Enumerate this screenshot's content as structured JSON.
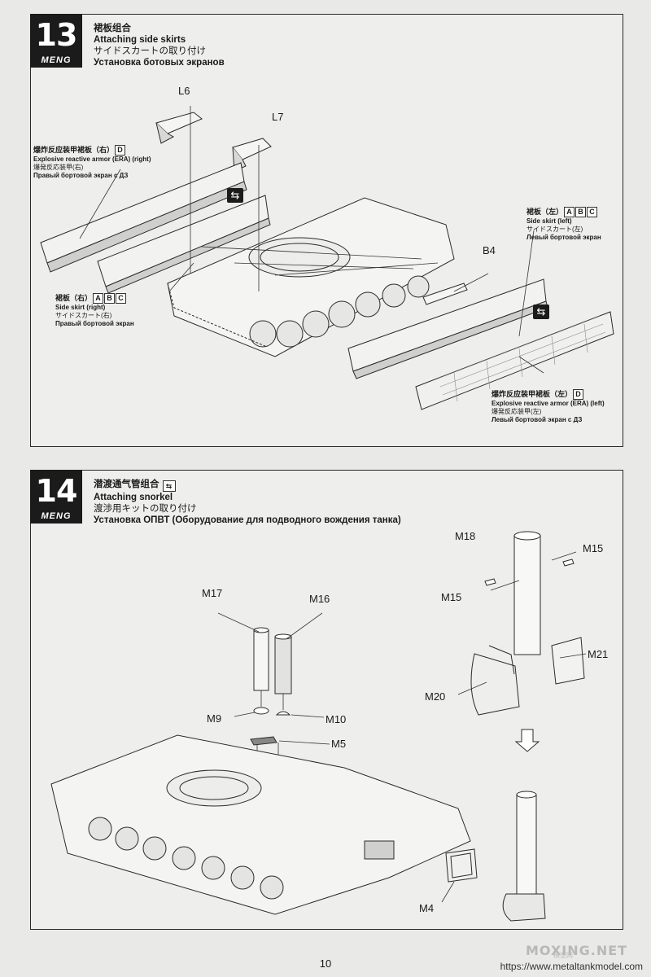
{
  "step13": {
    "number": "13",
    "brand": "MENG",
    "title_cn": "裙板组合",
    "title_en": "Attaching side skirts",
    "title_jp": "サイドスカートの取り付け",
    "title_ru": "Установка ботовых экранов",
    "parts": {
      "l6": "L6",
      "l7": "L7",
      "b4": "B4"
    },
    "notes": {
      "era_right": {
        "cn": "爆炸反应装甲裙板（右）",
        "letter": "D",
        "en": "Explosive reactive armor (ERA) (right)",
        "jp": "爆発反応装甲(右)",
        "ru": "Правый бортовой экран с ДЗ"
      },
      "skirt_right": {
        "cn": "裙板（右）",
        "letters": [
          "A",
          "B",
          "C"
        ],
        "en": "Side skirt (right)",
        "jp": "サイドスカート(右)",
        "ru": "Правый бортовой экран"
      },
      "skirt_left": {
        "cn": "裙板（左）",
        "letters": [
          "A",
          "B",
          "C"
        ],
        "en": "Side skirt (left)",
        "jp": "サイドスカート(左)",
        "ru": "Левый бортовой экран"
      },
      "era_left": {
        "cn": "爆炸反应装甲裙板（左）",
        "letter": "D",
        "en": "Explosive reactive armor (ERA) (left)",
        "jp": "爆発反応装甲(左)",
        "ru": "Левый бортовой экран с ДЗ"
      }
    }
  },
  "step14": {
    "number": "14",
    "brand": "MENG",
    "title_cn": "潜渡通气管组合",
    "title_en": "Attaching snorkel",
    "title_jp": "渡渉用キットの取り付け",
    "title_ru": "Установка ОПВТ (Оборудование для подводного вождения танка)",
    "parts": {
      "m18": "M18",
      "m15a": "M15",
      "m15b": "M15",
      "m17": "M17",
      "m16": "M16",
      "m21": "M21",
      "m20": "M20",
      "m9": "M9",
      "m10": "M10",
      "m5": "M5",
      "m4": "M4"
    }
  },
  "footer": {
    "page_number": "10",
    "watermark": "MOXING.NET",
    "watermark_sub": "模型网",
    "url": "https://www.metaltankmodel.com"
  }
}
